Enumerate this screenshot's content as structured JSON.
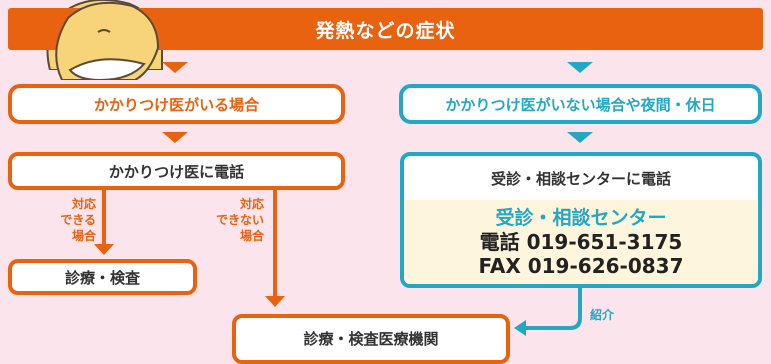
{
  "banner": {
    "title": "発熱などの症状"
  },
  "left_flow": {
    "has_doctor": "かかりつけ医がいる場合",
    "call_doctor": "かかりつけ医に電話",
    "can_handle": [
      "対応",
      "できる",
      "場合"
    ],
    "cannot_handle": [
      "対応",
      "できない",
      "場合"
    ],
    "treatment": "診療・検査"
  },
  "right_flow": {
    "no_doctor": "かかりつけ医がいない場合や夜間・休日",
    "call_center": "受診・相談センターに電話",
    "center_name": "受診・相談センター",
    "phone": "電話 019-651-3175",
    "fax": "FAX 019-626-0837",
    "referral": "紹介"
  },
  "destination": {
    "label": "診療・検査医療機関"
  },
  "colors": {
    "orange": "#e8620f",
    "teal": "#22a8c4",
    "background": "#fbe4ec",
    "info_bg": "#fdf6dc"
  }
}
